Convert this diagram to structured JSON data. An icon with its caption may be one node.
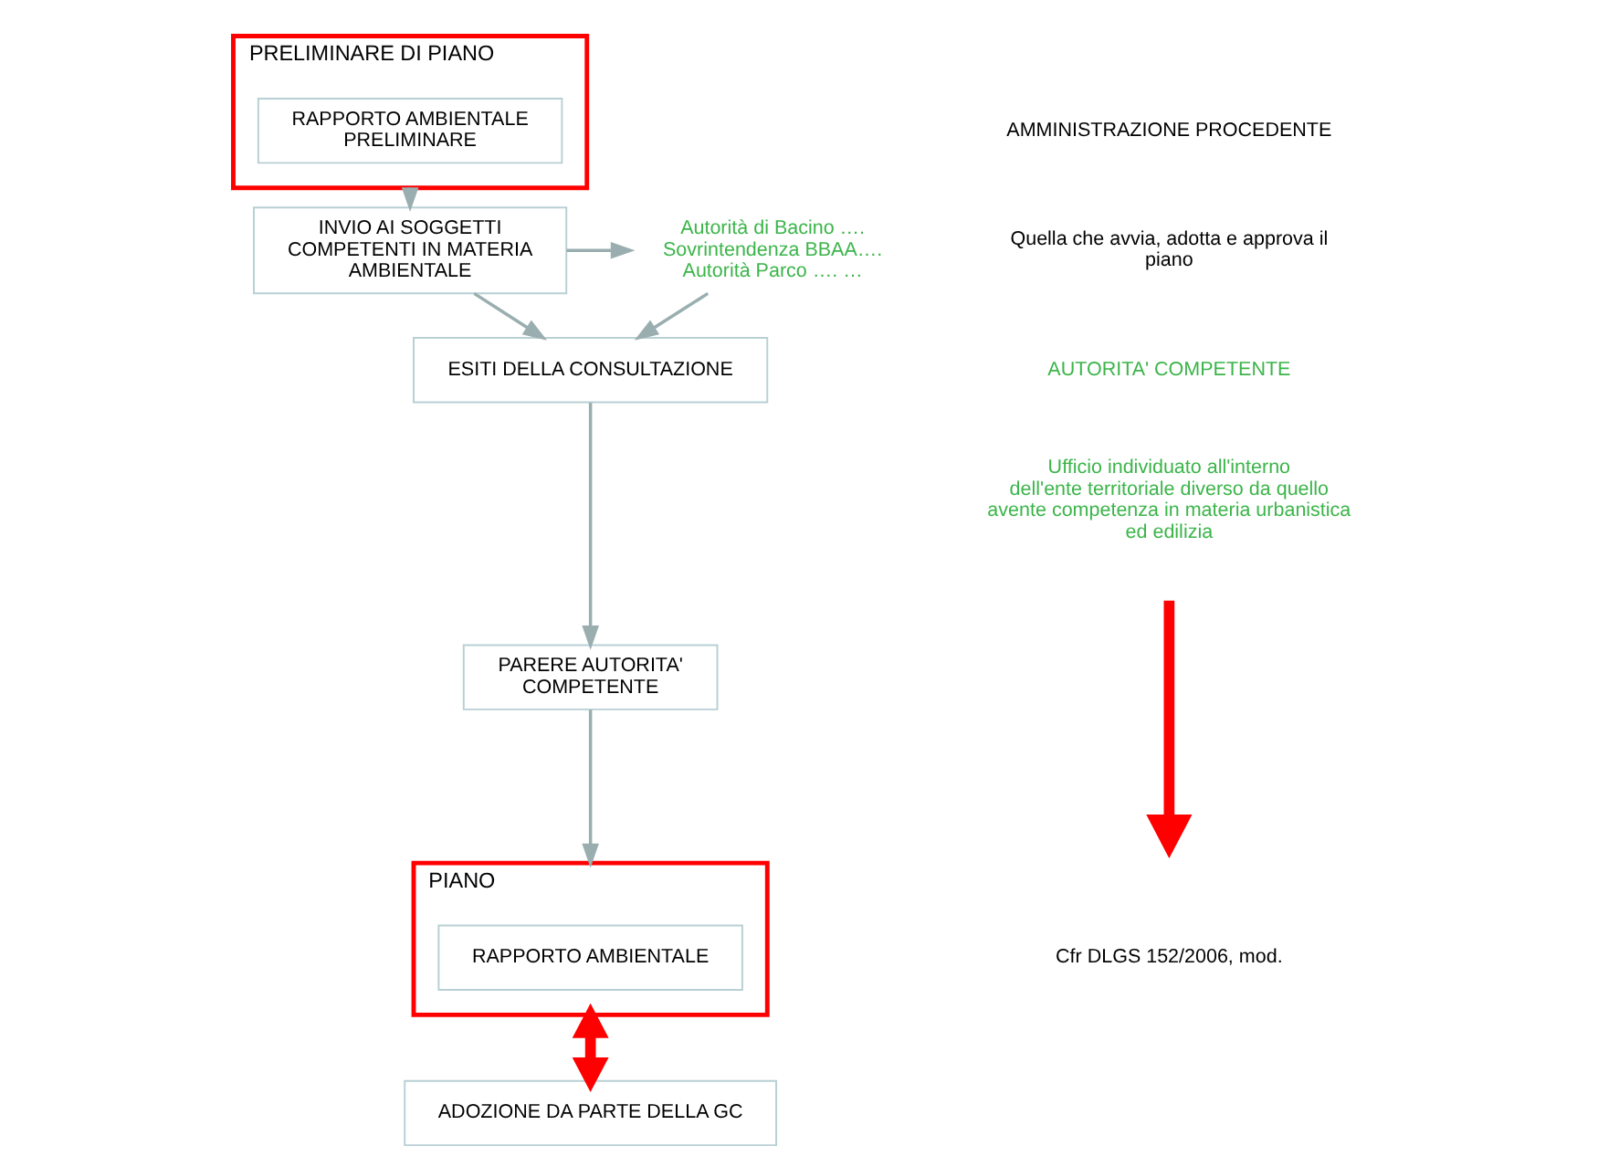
{
  "diagram": {
    "nodes": [
      {
        "text": [
          "PRELIMINARE DI PIANO"
        ]
      },
      {
        "text": [
          "RAPPORTO AMBIENTALE PRELIMINARE"
        ],
        "in": 0
      },
      {
        "text": [
          "INVIO AI SOGGETTI COMPETENTI IN MATERIA AMBIENTALE"
        ]
      },
      {
        "text": [
          "Autorità di Bacino …. Sovrintendenza BBAA…. Autorità Parco …. …"
        ]
      },
      {
        "text": [
          "ESITI DELLA CONSULTAZIONE"
        ]
      },
      {
        "text": [
          "PARERE AUTORITA' COMPETENTE"
        ]
      },
      {
        "text": [
          "PIANO"
        ]
      },
      {
        "text": [
          "RAPPORTO AMBIENTALE"
        ],
        "in": 6
      },
      {
        "text": [
          "ADOZIONE DA PARTE DELLA GC"
        ]
      }
    ],
    "edges": [
      {
        "from": 0,
        "to": 2,
        "arrow": "to"
      },
      {
        "from": 2,
        "to": 3,
        "arrow": "to"
      },
      {
        "from": 3,
        "to": 4,
        "arrow": "to"
      },
      {
        "from": 2,
        "to": 4,
        "arrow": "to"
      },
      {
        "from": 4,
        "to": 5,
        "arrow": "to"
      },
      {
        "from": 5,
        "to": 6,
        "arrow": "to"
      },
      {
        "from": 6,
        "to": 8,
        "arrow": "both",
        "style": "thick",
        "color": "#ff0000"
      }
    ],
    "labels": [
      "AMMINISTRAZIONE PROCEDENTE",
      "Quella che avvia, adotta e approva il piano",
      "AUTORITA' COMPETENTE",
      "Ufficio individuato all'interno dell'ente territoriale diverso da quello avente competenza in materia urbanistica ed edilizia",
      "Cfr DLGS 152/2006, mod."
    ]
  }
}
